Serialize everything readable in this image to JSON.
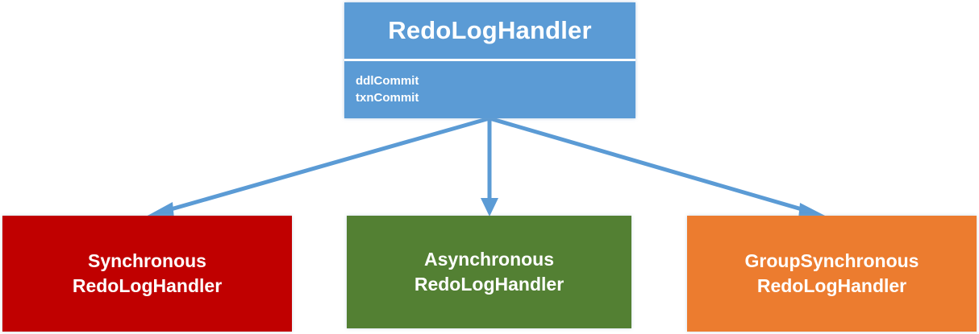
{
  "diagram": {
    "type": "class-hierarchy",
    "parent": {
      "name": "RedoLogHandler",
      "color": "#5B9BD5",
      "methods": [
        {
          "name": "ddlCommit"
        },
        {
          "name": "txnCommit"
        }
      ]
    },
    "children": [
      {
        "id": "synchronous",
        "line1": "Synchronous",
        "line2": "RedoLogHandler",
        "color": "#C00000"
      },
      {
        "id": "asynchronous",
        "line1": "Asynchronous",
        "line2": "RedoLogHandler",
        "color": "#538033"
      },
      {
        "id": "group-synchronous",
        "line1": "GroupSynchronous",
        "line2": "RedoLogHandler",
        "color": "#EC7C2F"
      }
    ],
    "connector": {
      "color": "#5B9BD5",
      "style": "arrow",
      "count": 3
    }
  }
}
